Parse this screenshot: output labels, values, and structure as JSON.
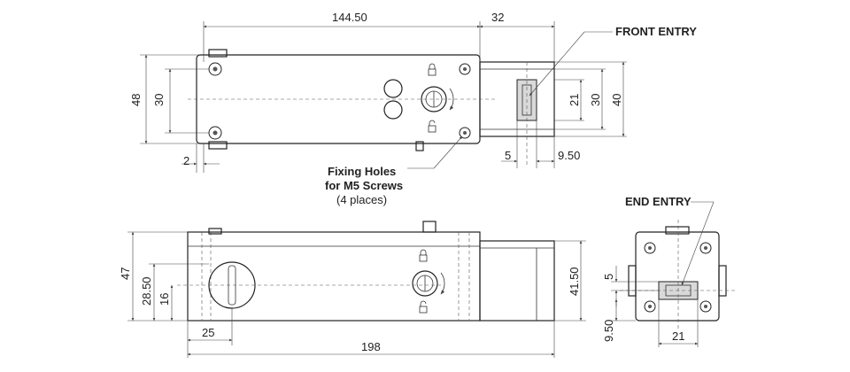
{
  "dims": {
    "top_length": "144.50",
    "top_head": "32",
    "top_height": "48",
    "top_inner": "30",
    "top_offset": "2",
    "front_21": "21",
    "front_30": "30",
    "front_40": "40",
    "front_5": "5",
    "front_950": "9.50",
    "side_47": "47",
    "side_2850": "28.50",
    "side_16": "16",
    "side_25": "25",
    "side_198": "198",
    "side_4150": "41.50",
    "end_5": "5",
    "end_950": "9.50",
    "end_21": "21"
  },
  "labels": {
    "front_entry": "FRONT ENTRY",
    "end_entry": "END ENTRY",
    "fixing_1": "Fixing Holes",
    "fixing_2": "for M5 Screws",
    "fixing_3": "(4 places)"
  },
  "icons": [
    "lock-closed-icon",
    "lock-open-icon",
    "screw-icon",
    "rotary-actuator-icon"
  ]
}
